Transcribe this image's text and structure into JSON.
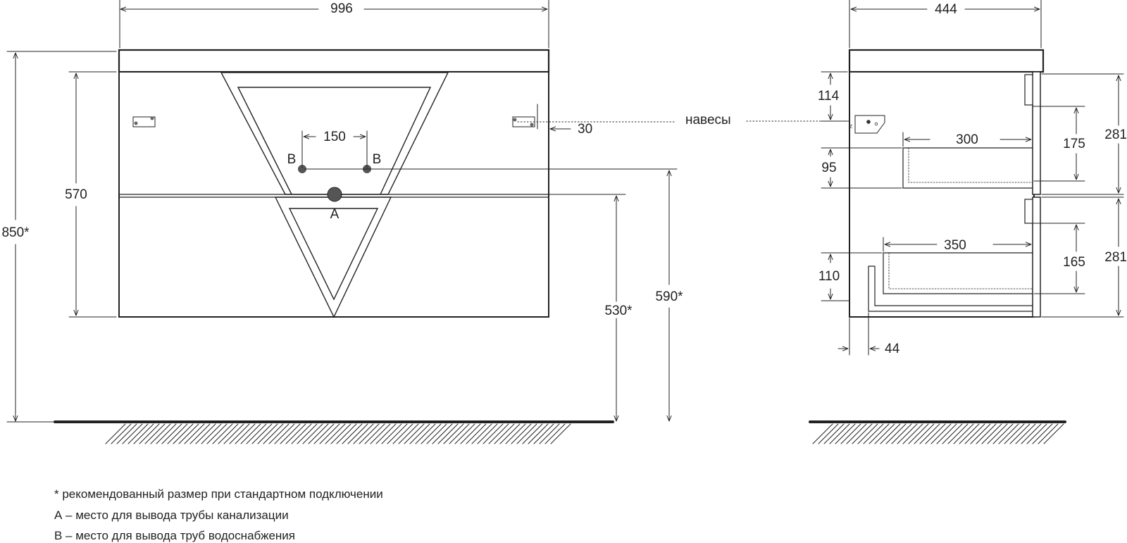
{
  "front_view": {
    "width": "996",
    "front_height": "570",
    "total_height": "850*",
    "pipe_spacing": "150",
    "pipe_b_left": "B",
    "pipe_b_right": "B",
    "pipe_a": "A",
    "hanger_offset": "30",
    "outlet_height": "530*",
    "supply_height": "590*"
  },
  "hangers_label": "навесы",
  "side_view": {
    "depth": "444",
    "hanger_top": "114",
    "drawer1_depth": "300",
    "drawer1_inner_height": "95",
    "drawer1_height": "175",
    "drawer1_front": "281",
    "drawer2_depth": "350",
    "drawer2_inner_height": "110",
    "drawer2_height": "165",
    "drawer2_front": "281",
    "bottom_offset": "44"
  },
  "notes": {
    "recommended": "* рекомендованный размер при стандартном подключении",
    "a_legend": "А – место для вывода трубы канализации",
    "b_legend": "В – место для вывода труб водоснабжения"
  },
  "colors": {
    "line": "#222222",
    "pipe": "#555555"
  }
}
